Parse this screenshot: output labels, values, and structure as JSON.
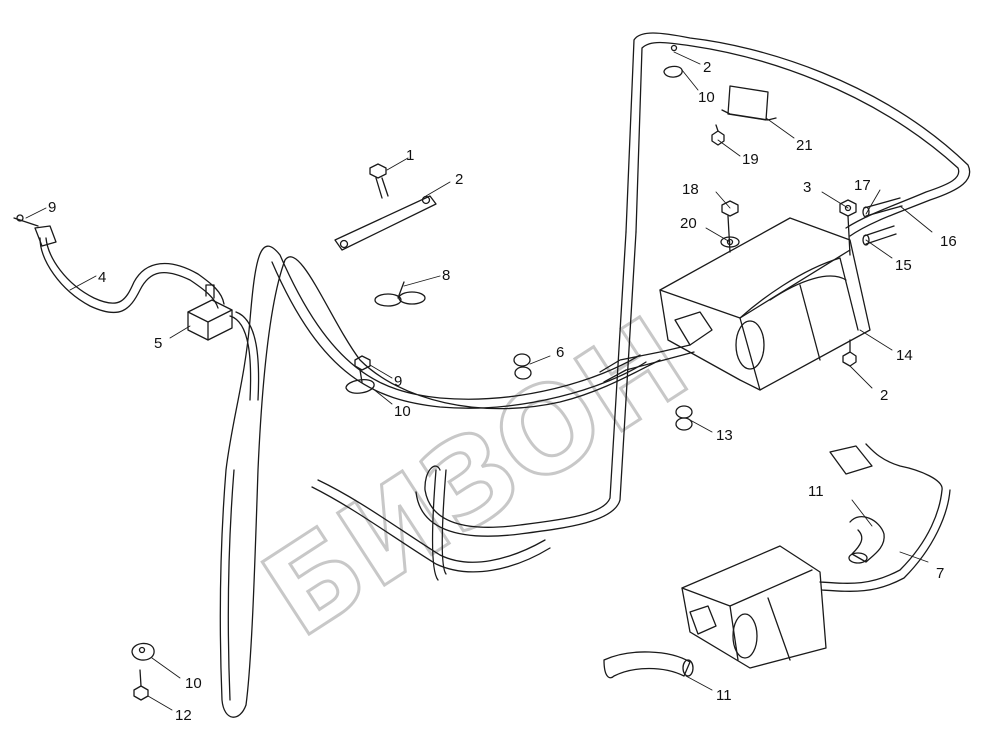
{
  "watermark": "БИЗОН",
  "callouts": [
    {
      "id": "c1",
      "label": "1"
    },
    {
      "id": "c2a",
      "label": "2"
    },
    {
      "id": "c2b",
      "label": "2"
    },
    {
      "id": "c2c",
      "label": "2"
    },
    {
      "id": "c3",
      "label": "3"
    },
    {
      "id": "c4",
      "label": "4"
    },
    {
      "id": "c5",
      "label": "5"
    },
    {
      "id": "c6",
      "label": "6"
    },
    {
      "id": "c7",
      "label": "7"
    },
    {
      "id": "c8",
      "label": "8"
    },
    {
      "id": "c9a",
      "label": "9"
    },
    {
      "id": "c9b",
      "label": "9"
    },
    {
      "id": "c10a",
      "label": "10"
    },
    {
      "id": "c10b",
      "label": "10"
    },
    {
      "id": "c10c",
      "label": "10"
    },
    {
      "id": "c11a",
      "label": "11"
    },
    {
      "id": "c11b",
      "label": "11"
    },
    {
      "id": "c12",
      "label": "12"
    },
    {
      "id": "c13",
      "label": "13"
    },
    {
      "id": "c14",
      "label": "14"
    },
    {
      "id": "c15",
      "label": "15"
    },
    {
      "id": "c16",
      "label": "16"
    },
    {
      "id": "c17",
      "label": "17"
    },
    {
      "id": "c18",
      "label": "18"
    },
    {
      "id": "c19",
      "label": "19"
    },
    {
      "id": "c20",
      "label": "20"
    },
    {
      "id": "c21",
      "label": "21"
    }
  ]
}
